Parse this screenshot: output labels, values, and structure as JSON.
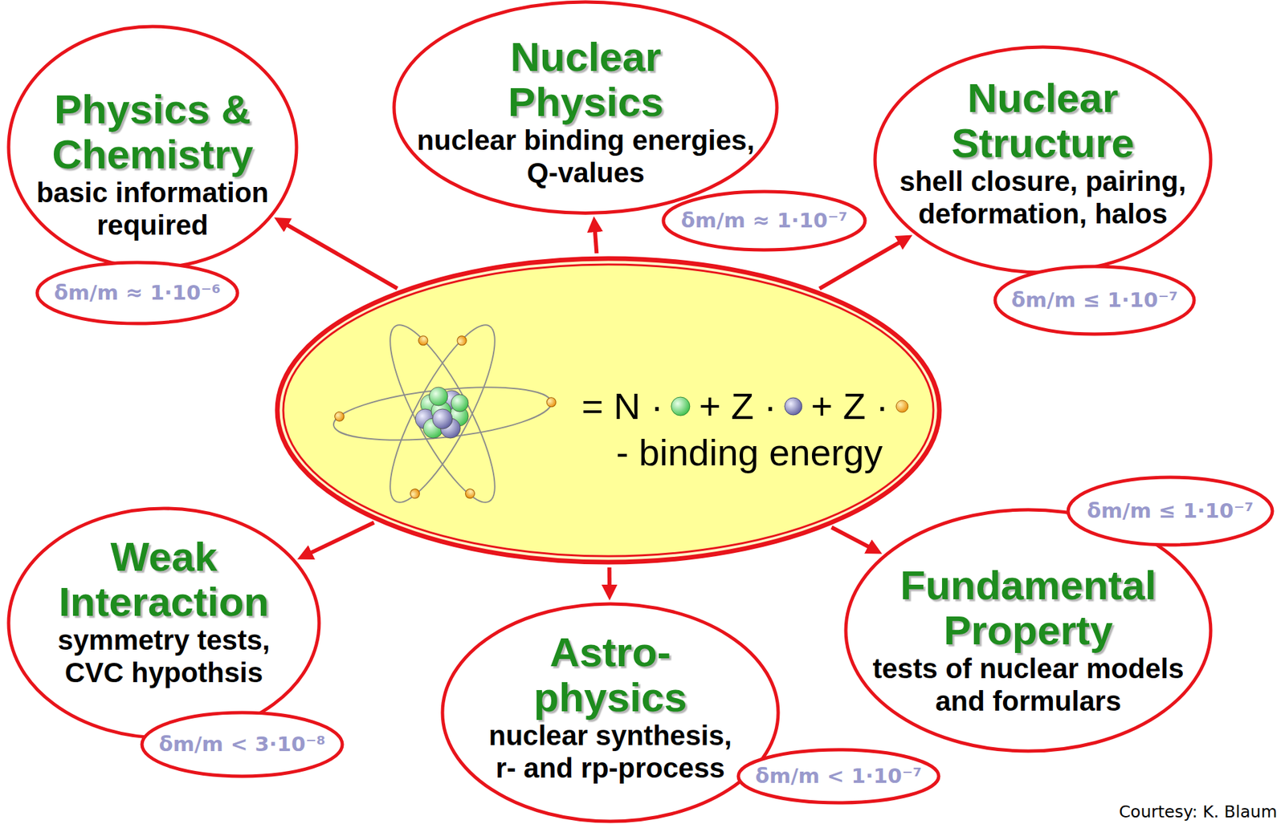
{
  "diagram": {
    "nodes": [
      {
        "text": [
          "Physics & Chemistry",
          "basic information required"
        ]
      },
      {
        "text": [
          "Nuclear Physics",
          "nuclear binding energies, Q-values"
        ]
      },
      {
        "text": [
          "Nuclear Structure",
          "shell closure, pairing, deformation, halos"
        ]
      },
      {
        "text": [
          "δm/m ≈ 1·10⁻⁷"
        ]
      },
      {
        "text": [
          "δm/m ≈ 1·10⁻⁶"
        ]
      },
      {
        "text": [
          "δm/m ≤ 1·10⁻⁷"
        ]
      },
      {
        "text": [
          "= N ·",
          "+ Z ·",
          "+ Z ·",
          "- binding energy"
        ]
      },
      {
        "text": [
          "δm/m ≤ 1·10⁻⁷"
        ]
      },
      {
        "text": [
          "Weak Interaction",
          "symmetry tests, CVC hypothsis"
        ]
      },
      {
        "text": [
          "Fundamental Property",
          "tests of nuclear models and formulars"
        ]
      },
      {
        "text": [
          "Astro- physics",
          "nuclear synthesis, r- and rp-process"
        ]
      },
      {
        "text": [
          "δm/m < 3·10⁻⁸"
        ]
      },
      {
        "text": [
          "δm/m < 1·10⁻⁷"
        ]
      }
    ],
    "edges": [
      {
        "from": 6,
        "to": 0,
        "arrow": "to"
      },
      {
        "from": 6,
        "to": 1,
        "arrow": "to"
      },
      {
        "from": 6,
        "to": 2,
        "arrow": "to"
      },
      {
        "from": 6,
        "to": 8,
        "arrow": "to"
      },
      {
        "from": 6,
        "to": 10,
        "arrow": "to"
      },
      {
        "from": 6,
        "to": 9,
        "arrow": "to"
      }
    ],
    "labels": [
      "Courtesy: K. Blaum"
    ]
  }
}
